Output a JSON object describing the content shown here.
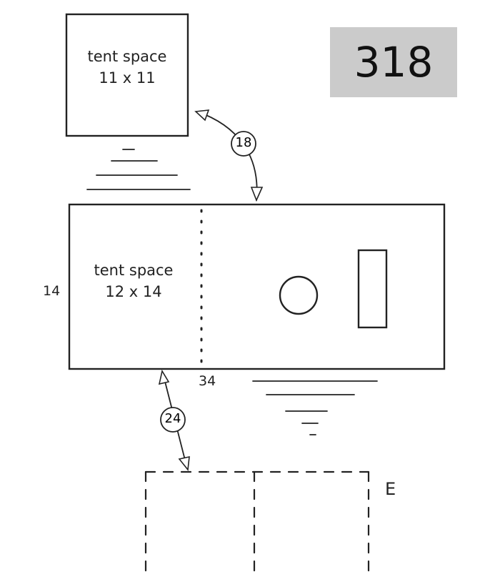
{
  "site": {
    "number": "318"
  },
  "tent_upper": {
    "line1": "tent space",
    "line2": "11 x 11"
  },
  "tent_main": {
    "line1": "tent space",
    "line2": "12 x 14",
    "side_dimension": "14",
    "bottom_dimension": "34"
  },
  "distances": {
    "upper_to_main": "18",
    "main_to_parking": "24"
  },
  "parking": {
    "direction": "E"
  },
  "colors": {
    "ink": "#222222",
    "badge_bg": "#cbcbcb"
  }
}
